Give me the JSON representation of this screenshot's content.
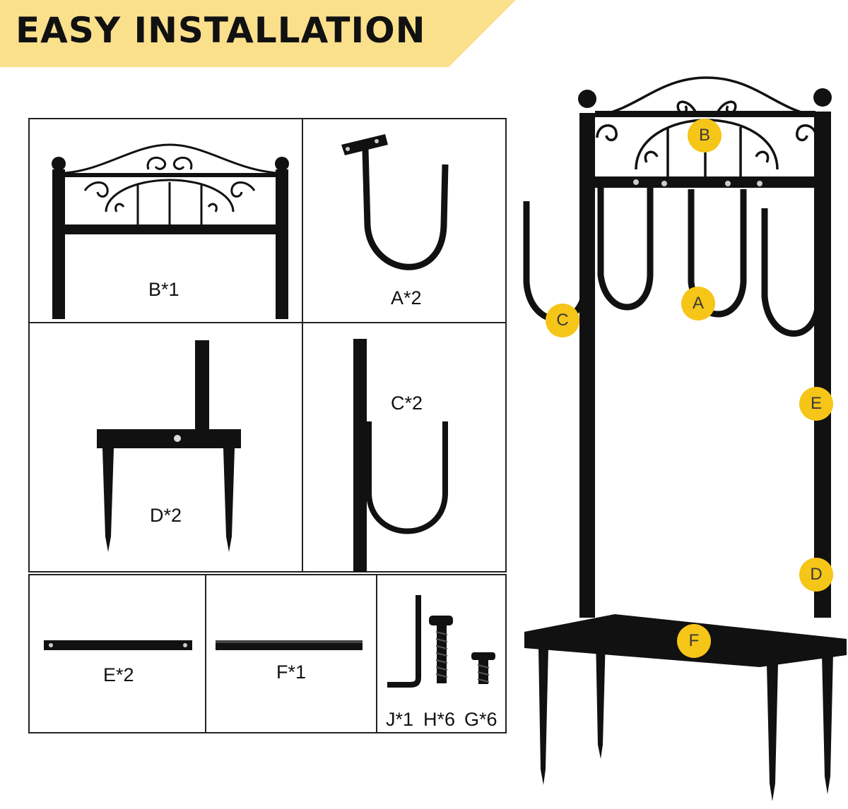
{
  "banner": {
    "title": "EASY INSTALLATION"
  },
  "parts": {
    "b": "B*1",
    "a": "A*2",
    "d": "D*2",
    "c": "C*2",
    "e": "E*2",
    "f": "F*1",
    "j": "J*1",
    "h": "H*6",
    "g": "G*6"
  },
  "badges": {
    "b": "B",
    "a": "A",
    "c": "C",
    "e": "E",
    "d": "D",
    "f": "F"
  },
  "colors": {
    "banner": "#fbe08c",
    "badge": "#f5c518",
    "metal": "#111111"
  }
}
